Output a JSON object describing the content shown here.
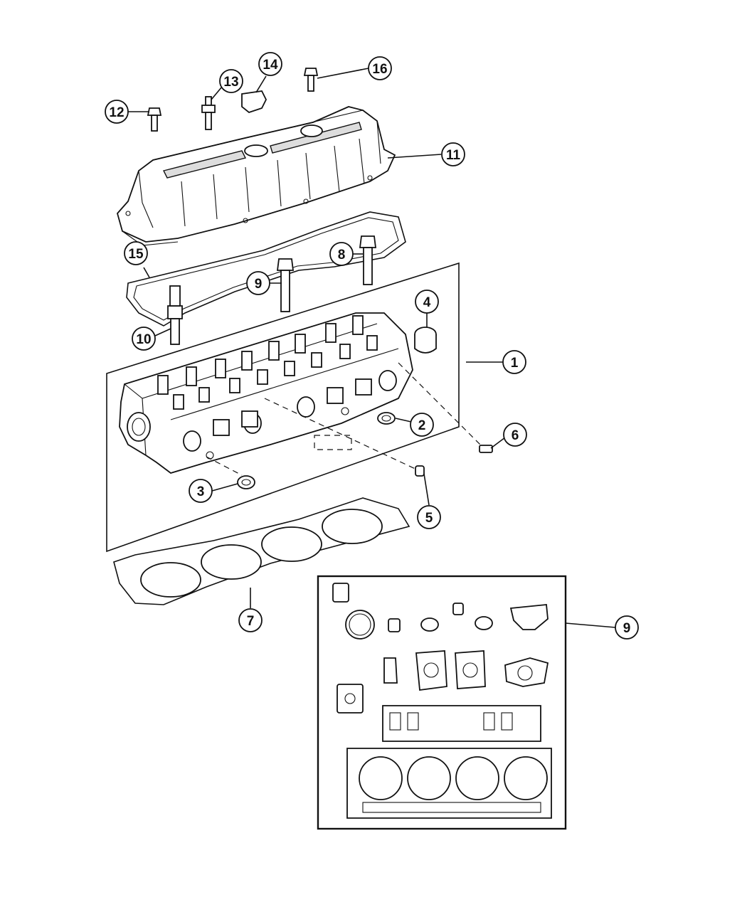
{
  "callouts": [
    {
      "id": "c1",
      "label": "1"
    },
    {
      "id": "c2",
      "label": "2"
    },
    {
      "id": "c3",
      "label": "3"
    },
    {
      "id": "c4",
      "label": "4"
    },
    {
      "id": "c5",
      "label": "5"
    },
    {
      "id": "c6",
      "label": "6"
    },
    {
      "id": "c7",
      "label": "7"
    },
    {
      "id": "c8",
      "label": "8"
    },
    {
      "id": "c9a",
      "label": "9"
    },
    {
      "id": "c9b",
      "label": "9"
    },
    {
      "id": "c10",
      "label": "10"
    },
    {
      "id": "c11",
      "label": "11"
    },
    {
      "id": "c12",
      "label": "12"
    },
    {
      "id": "c13",
      "label": "13"
    },
    {
      "id": "c14",
      "label": "14"
    },
    {
      "id": "c15",
      "label": "15"
    },
    {
      "id": "c16",
      "label": "16"
    }
  ]
}
